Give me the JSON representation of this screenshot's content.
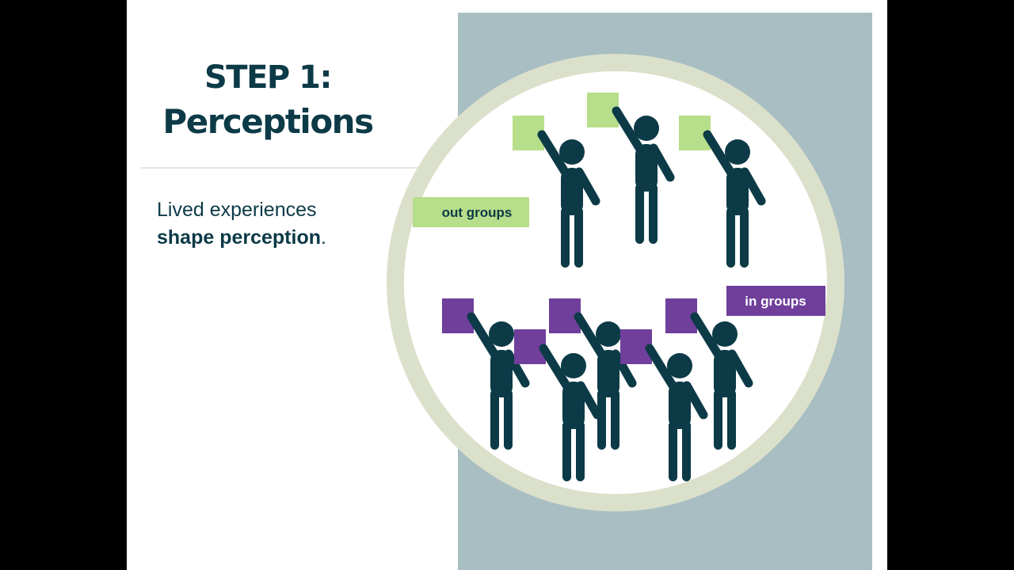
{
  "slide": {
    "title_line1": "STEP 1:",
    "title_line2": "Perceptions",
    "body_regular": "Lived experiences",
    "body_bold": "shape perception",
    "body_punct": "."
  },
  "illustration": {
    "out_label": "out groups",
    "in_label": "in groups"
  },
  "colors": {
    "dark_teal": "#0c3a47",
    "panel_gray_blue": "#a8bec2",
    "ring_sage": "#dbe0cb",
    "out_group_green": "#b7de8a",
    "in_group_purple": "#6f3f9b"
  }
}
